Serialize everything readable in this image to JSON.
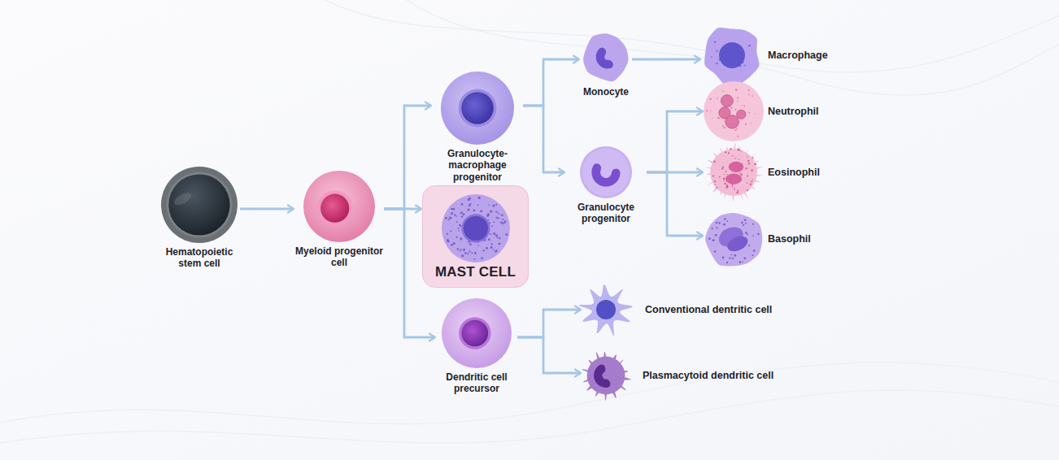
{
  "diagram": {
    "nodes": [
      {
        "text": [
          "Hematopoietic stem cell"
        ]
      },
      {
        "text": [
          "Myeloid progenitor cell"
        ]
      },
      {
        "text": [
          "Granulocyte-macrophage progenitor"
        ]
      },
      {
        "text": [
          "MAST CELL"
        ]
      },
      {
        "text": [
          "Dendritic cell precursor"
        ]
      },
      {
        "text": [
          "Monocyte"
        ]
      },
      {
        "text": [
          "Granulocyte progenitor"
        ]
      },
      {
        "text": [
          "Macrophage"
        ]
      },
      {
        "text": [
          "Neutrophil"
        ]
      },
      {
        "text": [
          "Eosinophil"
        ]
      },
      {
        "text": [
          "Basophil"
        ]
      },
      {
        "text": [
          "Conventional dentritic cell"
        ]
      },
      {
        "text": [
          "Plasmacytoid dendritic cell"
        ]
      }
    ],
    "edges": [
      {
        "from": 0,
        "to": 1,
        "arrow": "to"
      },
      {
        "from": 1,
        "to": 2,
        "arrow": "to"
      },
      {
        "from": 1,
        "to": 3,
        "arrow": "to"
      },
      {
        "from": 1,
        "to": 4,
        "arrow": "to"
      },
      {
        "from": 2,
        "to": 5,
        "arrow": "to"
      },
      {
        "from": 2,
        "to": 6,
        "arrow": "to"
      },
      {
        "from": 5,
        "to": 7,
        "arrow": "to"
      },
      {
        "from": 6,
        "to": 8,
        "arrow": "to"
      },
      {
        "from": 6,
        "to": 9,
        "arrow": "to"
      },
      {
        "from": 6,
        "to": 10,
        "arrow": "to"
      },
      {
        "from": 4,
        "to": 11,
        "arrow": "to"
      },
      {
        "from": 4,
        "to": 12,
        "arrow": "to"
      }
    ]
  }
}
